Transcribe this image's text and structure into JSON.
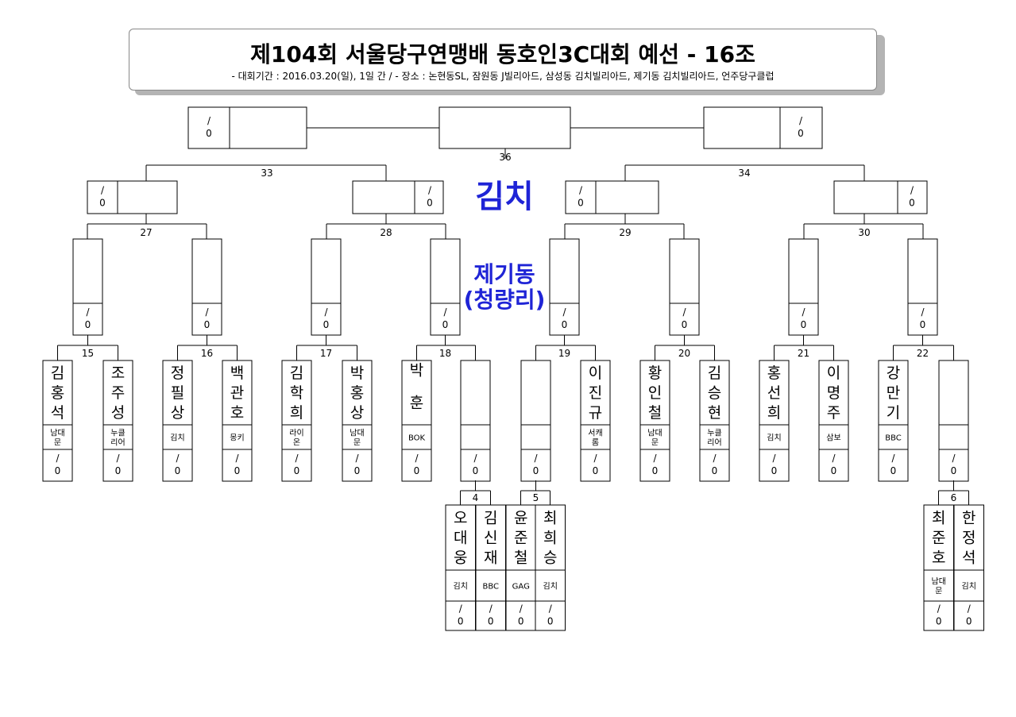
{
  "title": {
    "main": "제104회 서울당구연맹배 동호인3C대회 예선 - 16조",
    "sub": "-  대회기간 : 2016.03.20(일), 1일 간 / - 장소 : 논현동SL, 잠원동 J빌리아드, 삼성동 김치빌리아드, 제기동 김치빌리아드, 언주당구클럽"
  },
  "highlight": {
    "venue_short": "김치",
    "venue_line1": "제기동",
    "venue_line2": "(청량리)",
    "color": "#1f24d6"
  },
  "empty_score": "/\n0",
  "match_numbers": {
    "m36": "36",
    "m33": "33",
    "m34": "34",
    "m27": "27",
    "m28": "28",
    "m29": "29",
    "m30": "30",
    "m15": "15",
    "m16": "16",
    "m17": "17",
    "m18": "18",
    "m19": "19",
    "m20": "20",
    "m21": "21",
    "m22": "22",
    "m4": "4",
    "m5": "5",
    "m6": "6"
  },
  "players": [
    {
      "name": "김홍석",
      "club": "남대문",
      "score": "/\n0"
    },
    {
      "name": "조주성",
      "club": "누클리어",
      "score": "/\n0"
    },
    {
      "name": "정필상",
      "club": "김치",
      "score": "/\n0"
    },
    {
      "name": "백관호",
      "club": "몽키",
      "score": "/\n0"
    },
    {
      "name": "김학희",
      "club": "라이온",
      "score": "/\n0"
    },
    {
      "name": "박홍상",
      "club": "남대문",
      "score": "/\n0"
    },
    {
      "name": "박훈",
      "club": "BOK",
      "score": "/\n0"
    },
    {
      "name": "",
      "club": "",
      "score": "/\n0"
    },
    {
      "name": "",
      "club": "",
      "score": "/\n0"
    },
    {
      "name": "이진규",
      "club": "서캐롬",
      "score": "/\n0"
    },
    {
      "name": "황인철",
      "club": "남대문",
      "score": "/\n0"
    },
    {
      "name": "김승현",
      "club": "누클리어",
      "score": "/\n0"
    },
    {
      "name": "홍선희",
      "club": "김치",
      "score": "/\n0"
    },
    {
      "name": "이명주",
      "club": "삼보",
      "score": "/\n0"
    },
    {
      "name": "강만기",
      "club": "BBC",
      "score": "/\n0"
    },
    {
      "name": "",
      "club": "",
      "score": "/\n0"
    }
  ],
  "prelim_players": [
    {
      "name": "오대웅",
      "club": "김치",
      "score": "/\n0"
    },
    {
      "name": "김신재",
      "club": "BBC",
      "score": "/\n0"
    },
    {
      "name": "윤준철",
      "club": "GAG",
      "score": "/\n0"
    },
    {
      "name": "최희승",
      "club": "김치",
      "score": "/\n0"
    },
    {
      "name": "최준호",
      "club": "남대문",
      "score": "/\n0"
    },
    {
      "name": "한정석",
      "club": "김치",
      "score": "/\n0"
    }
  ]
}
